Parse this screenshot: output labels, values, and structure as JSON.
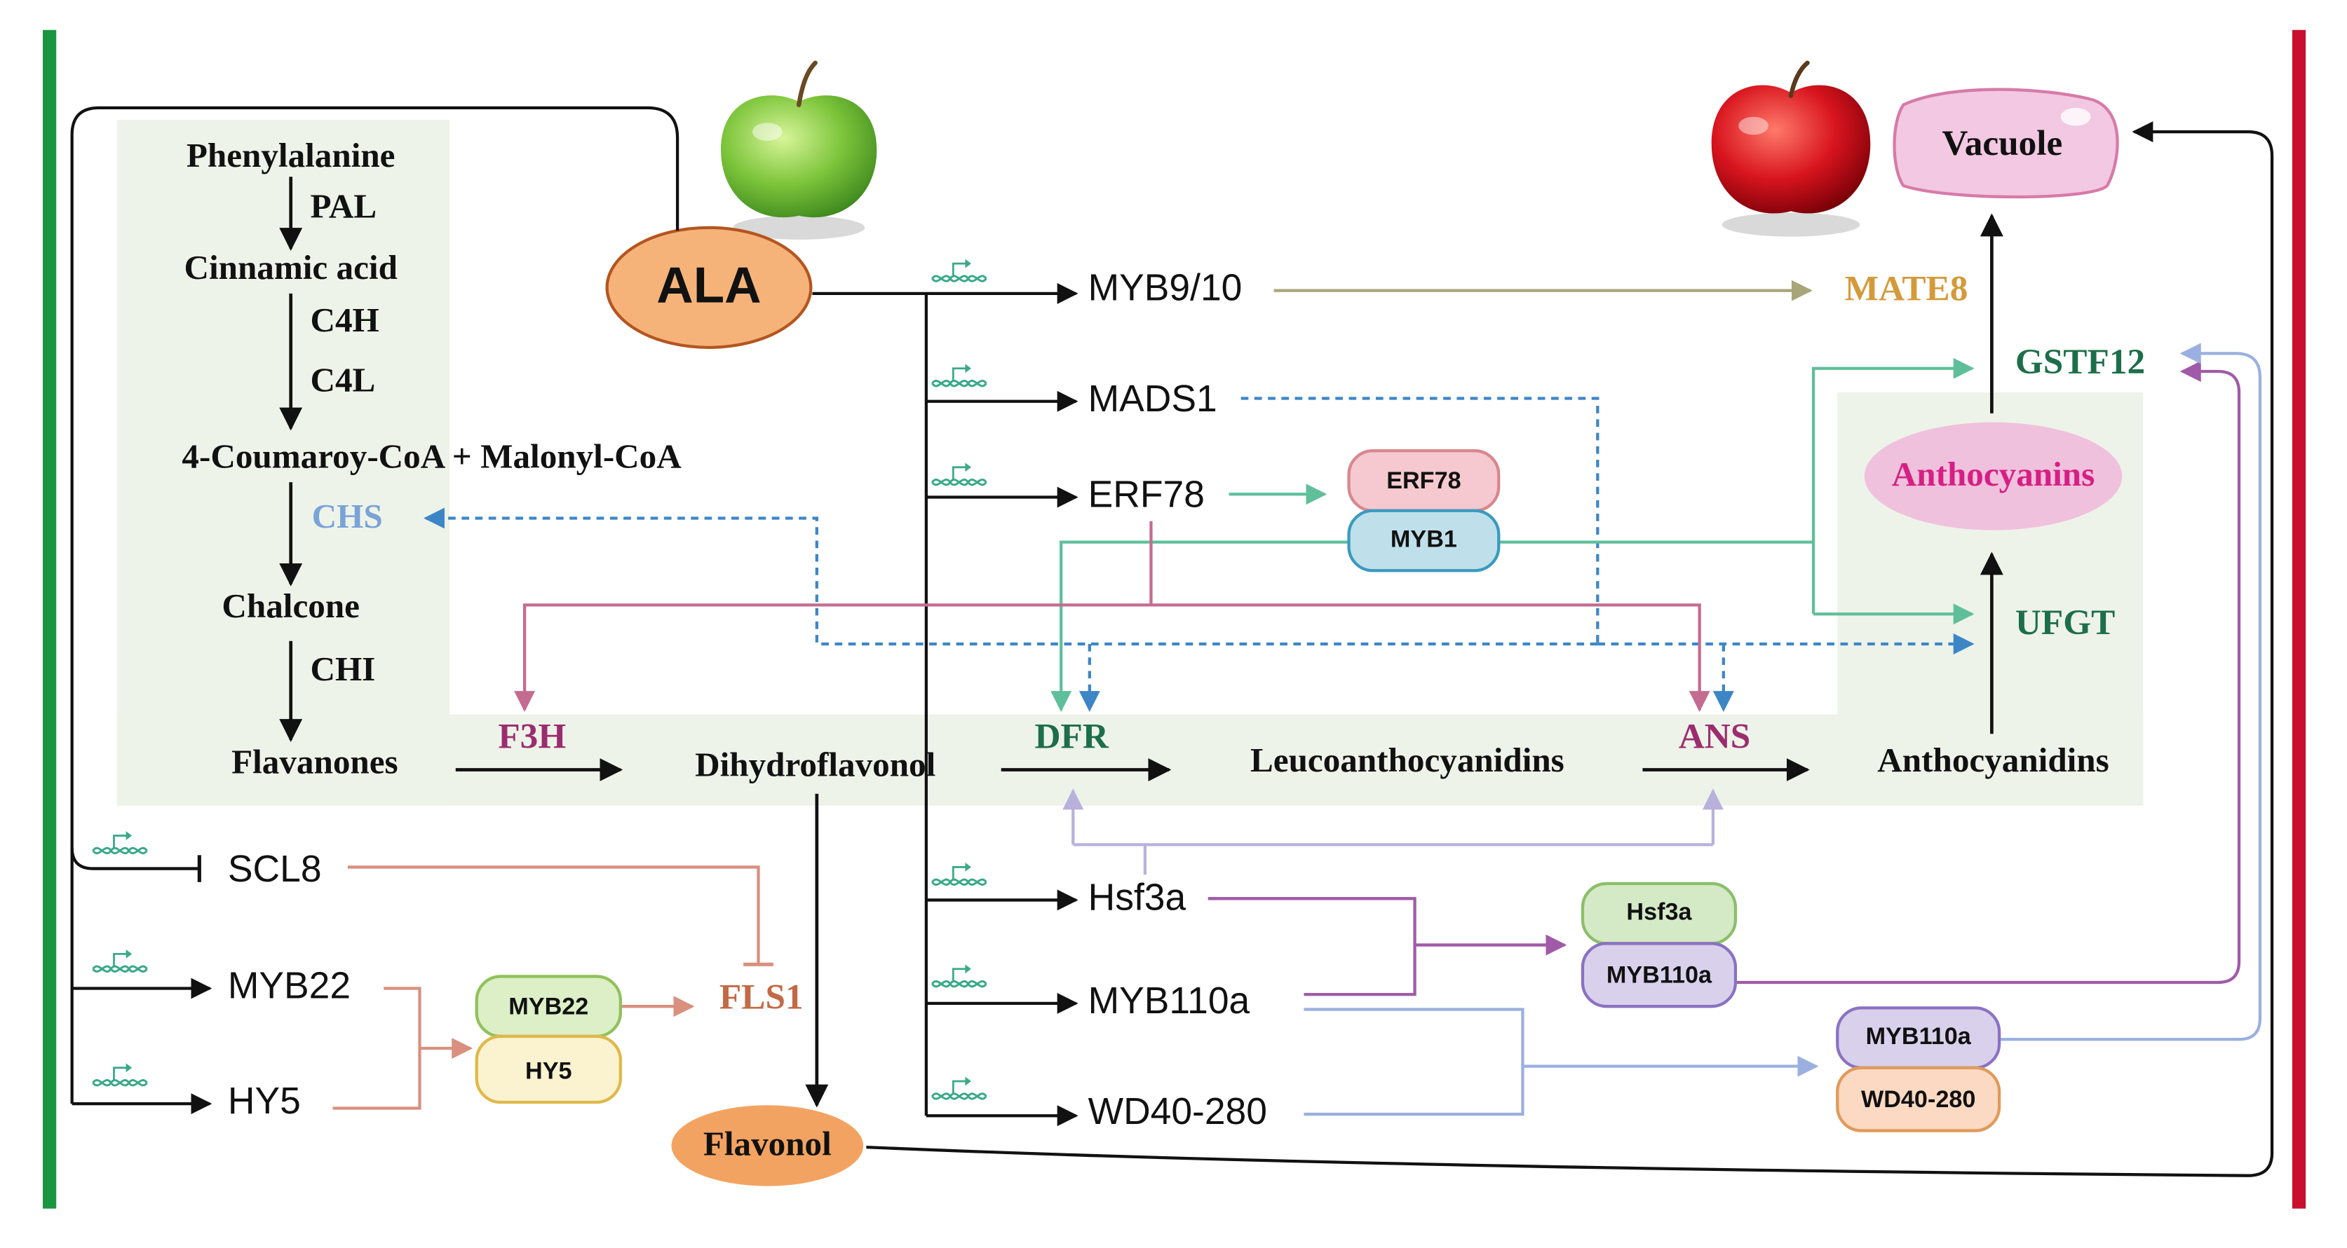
{
  "colors": {
    "green_frame": "#1a9641",
    "red_frame": "#c8102e",
    "panel_bg": "#eef3ea",
    "black": "#111111",
    "olive": "#9a9a6a",
    "teal": "#5fbf9b",
    "rose": "#c46b92",
    "blue_dash": "#3d86c6",
    "lavender": "#b9b1dc",
    "purple": "#a05aa8",
    "periwinkle": "#9bb0e0",
    "salmon": "#d9907f",
    "enzyme_purple": "#9b2d6e",
    "enzyme_green": "#1d6e4a",
    "chs_blue": "#7aa3d6",
    "mate_gold": "#d49a3a",
    "fls_brown": "#c26a45",
    "anthocyanin_pink": "#d61f84",
    "label_dark": "#1a1a1a"
  },
  "pathway": {
    "phenylalanine": "Phenylalanine",
    "pal": "PAL",
    "cinnamic_acid": "Cinnamic acid",
    "c4h": "C4H",
    "c4l": "C4L",
    "coumaroyl": "4-Coumaroy-CoA + Malonyl-CoA",
    "chs": "CHS",
    "chalcone": "Chalcone",
    "chi": "CHI",
    "flavanones": "Flavanones",
    "f3h": "F3H",
    "dihydroflavonol": "Dihydroflavonol",
    "dfr": "DFR",
    "leucoanthocyanidins": "Leucoanthocyanidins",
    "ans": "ANS",
    "anthocyanidins": "Anthocyanidins",
    "ufgt": "UFGT",
    "anthocyanins": "Anthocyanins",
    "gstf12": "GSTF12",
    "mate8": "MATE8",
    "vacuole": "Vacuole",
    "flavonol": "Flavonol",
    "fls1": "FLS1"
  },
  "regulators": {
    "ala": "ALA",
    "myb9_10": "MYB9/10",
    "mads1": "MADS1",
    "erf78": "ERF78",
    "hsf3a": "Hsf3a",
    "myb110a": "MYB110a",
    "wd40_280": "WD40-280",
    "scl8": "SCL8",
    "myb22": "MYB22",
    "hy5": "HY5"
  },
  "complexes": {
    "erf78_top": "ERF78",
    "myb1_bottom": "MYB1",
    "hsf3a_top": "Hsf3a",
    "myb110a_bottom": "MYB110a",
    "myb110a_top": "MYB110a",
    "wd40_bottom": "WD40-280",
    "myb22_top": "MYB22",
    "hy5_bottom": "HY5"
  },
  "icons": {
    "promoter": "promoter-dna-icon",
    "green_apple": "green-apple-icon",
    "red_apple": "red-apple-icon"
  }
}
